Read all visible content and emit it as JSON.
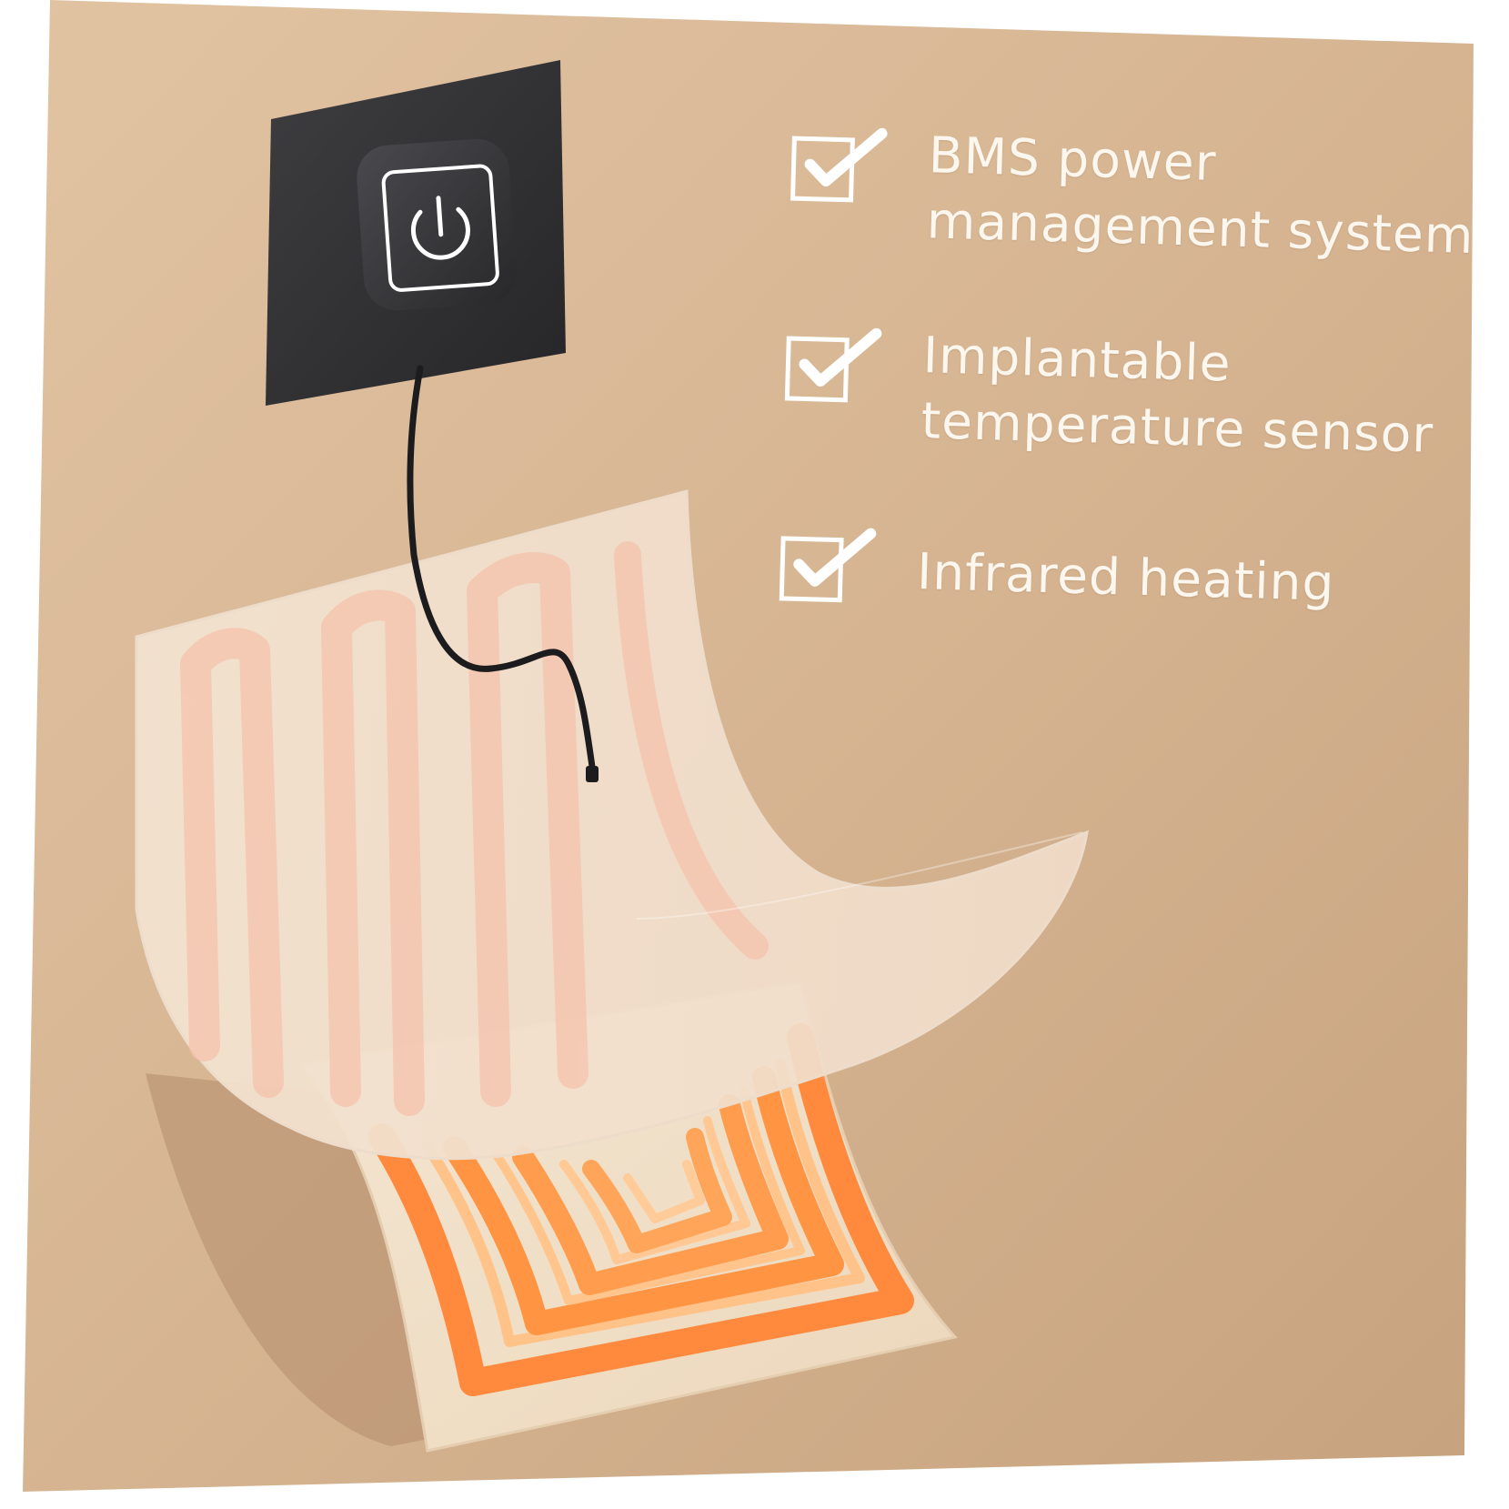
{
  "colors": {
    "background": "#d8b897",
    "background_dark": "#b99170",
    "control_box": "#2f2f31",
    "check_white": "#ffffff",
    "film_outer": "#efdfc6",
    "film_top": "#f3e3d2",
    "coil_orange": "#ff8a3d",
    "coil_light": "#ffd3a6",
    "text": "#fbf6ee"
  },
  "icons": {
    "power": "power-icon",
    "check": "checkbox-checked-icon"
  },
  "features": [
    {
      "text": "BMS power\nmanagement system",
      "icon": "checkbox-checked-icon"
    },
    {
      "text": "Implantable\ntemperature sensor",
      "icon": "checkbox-checked-icon"
    },
    {
      "text": "Infrared heating",
      "icon": "checkbox-checked-icon"
    }
  ]
}
